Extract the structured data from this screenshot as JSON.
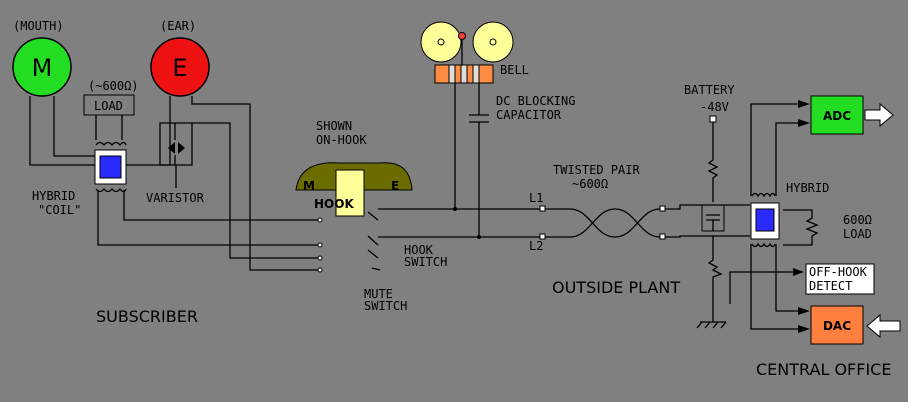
{
  "labels": {
    "mouth": "(MOUTH)",
    "mouth_letter": "M",
    "ear": "(EAR)",
    "ear_letter": "E",
    "load_value_left": "(~600Ω)",
    "load_left": "LOAD",
    "hybrid_left_1": "HYBRID",
    "hybrid_left_2": "\"COIL\"",
    "varistor": "VARISTOR",
    "shown_1": "SHOWN",
    "shown_2": "ON-HOOK",
    "handset_m": "M",
    "handset_e": "E",
    "hook": "HOOK",
    "bell": "BELL",
    "dc_blocking_1": "DC BLOCKING",
    "dc_blocking_2": "CAPACITOR",
    "twisted_pair_1": "TWISTED PAIR",
    "twisted_pair_2": "~600Ω",
    "l1": "L1",
    "l2": "L2",
    "hook_switch_1": "HOOK",
    "hook_switch_2": "SWITCH",
    "mute_switch_1": "MUTE",
    "mute_switch_2": "SWITCH",
    "subscriber": "SUBSCRIBER",
    "outside_plant": "OUTSIDE PLANT",
    "battery": "BATTERY",
    "battery_voltage": "-48V",
    "hybrid_right": "HYBRID",
    "load_value_right": "600Ω",
    "load_right": "LOAD",
    "adc": "ADC",
    "dac": "DAC",
    "offhook_1": "OFF-HOOK",
    "offhook_2": "DETECT",
    "central_office": "CENTRAL OFFICE"
  },
  "colors": {
    "background": "#808080",
    "mouth": "#22dd22",
    "ear": "#ee1111",
    "adc": "#22dd22",
    "dac": "#ff7f3f",
    "handset": "#6b6b00",
    "hook": "#ffff99",
    "bell": "#ffff99",
    "coil_core": "#2a2aff"
  }
}
